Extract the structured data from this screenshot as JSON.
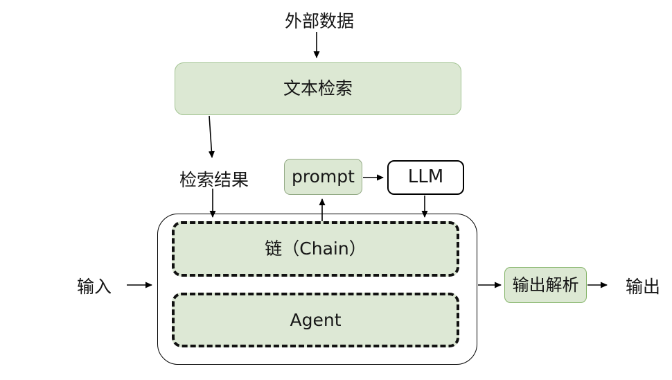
{
  "diagram": {
    "title_hint": "LangChain-style data flow diagram",
    "labels": {
      "external_data": "外部数据",
      "retrieval_result": "检索结果",
      "input": "输入",
      "output": "输出"
    },
    "nodes": {
      "text_retrieval": "文本检索",
      "prompt": "prompt",
      "llm": "LLM",
      "chain": "链（Chain）",
      "agent": "Agent",
      "output_parser": "输出解析"
    },
    "colors": {
      "node_fill_green": "#dce8d3",
      "dashed_fill_green": "#dde8d5",
      "stroke_light_green": "#a3c493",
      "stroke_gray_green": "#93aa85",
      "stroke_green": "#82b366",
      "line_black": "#000000",
      "background": "#ffffff"
    }
  }
}
